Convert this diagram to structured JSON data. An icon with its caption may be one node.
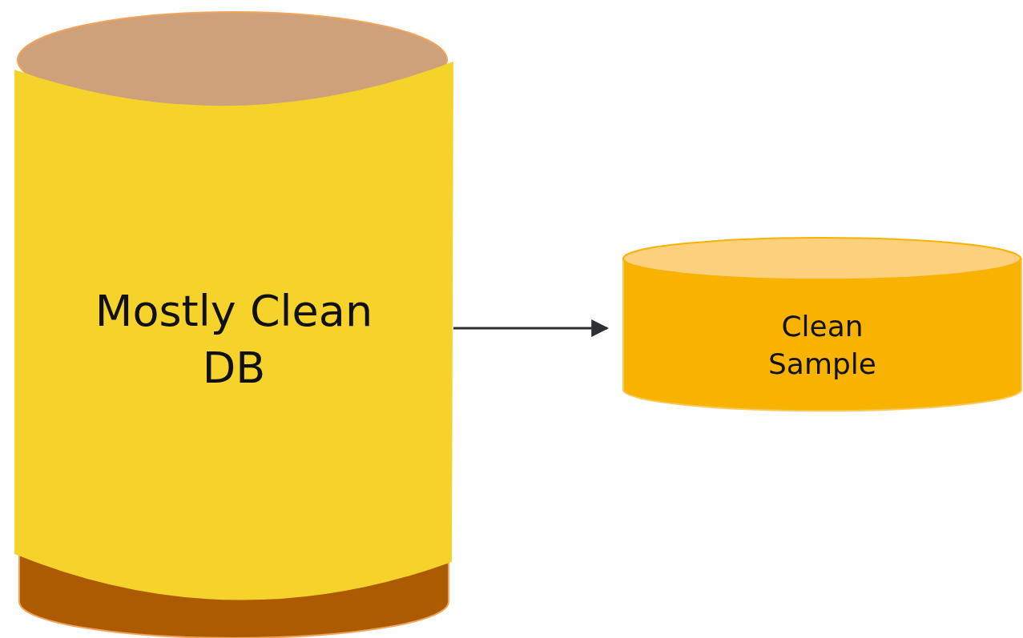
{
  "diagram": {
    "nodes": [
      {
        "text": [
          "Mostly Clean DB"
        ]
      },
      {
        "text": [
          "Clean Sample"
        ]
      }
    ],
    "edges": [
      {
        "from": 0,
        "to": 1,
        "arrow": "to"
      }
    ]
  }
}
